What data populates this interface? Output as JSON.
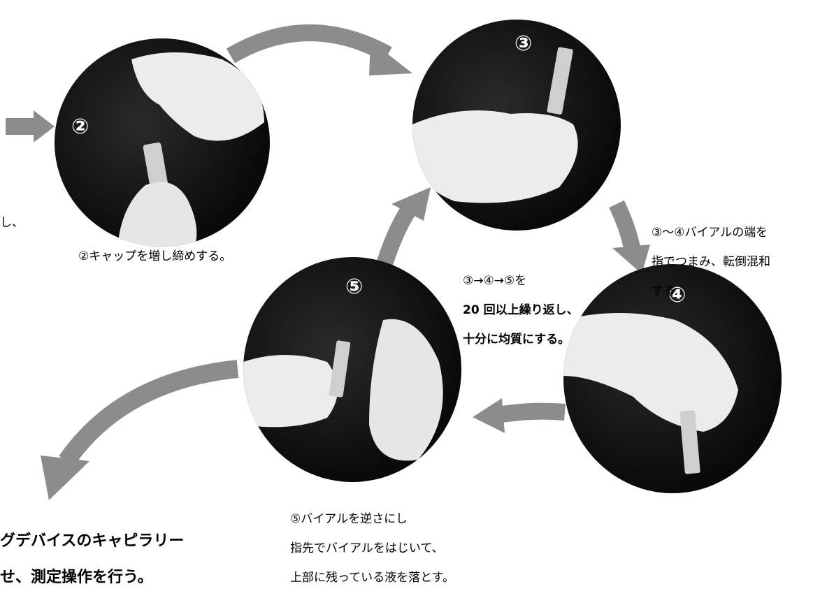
{
  "steps": {
    "step2": {
      "number": "②",
      "caption": "②キャップを増し締めする。"
    },
    "step3": {
      "number": "③"
    },
    "step4": {
      "number": "④"
    },
    "step5": {
      "number": "⑤",
      "caption_line1": "⑤バイアルを逆さにし",
      "caption_line2": "指先でバイアルをはじいて、",
      "caption_line3": "上部に残っている液を落とす。"
    }
  },
  "notes": {
    "left_fragment": "し、",
    "tumble_line1": "③〜④バイアルの端を",
    "tumble_line2": "指でつまみ、転倒混和",
    "tumble_line3": "する",
    "repeat_line1": "③→④→⑤を",
    "repeat_line2": "20 回以上繰り返し、",
    "repeat_line3": "十分に均質にする。",
    "bottom_line1": "グデバイスのキャピラリー",
    "bottom_line2": "せ、測定操作を行う。"
  },
  "colors": {
    "arrow": "#8c8c8c",
    "photo_bg": "#000000",
    "glove": "#ececec"
  }
}
